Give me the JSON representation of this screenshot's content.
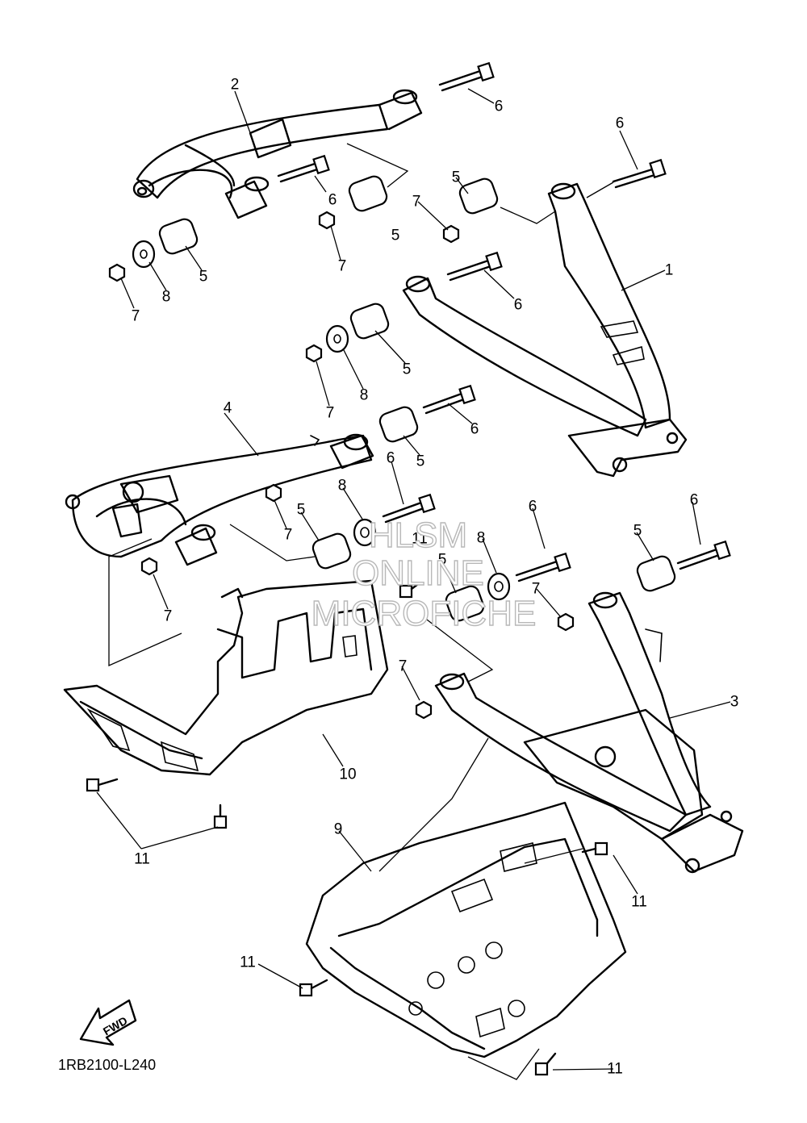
{
  "diagram_code": "1RB2100-L240",
  "fwd_label": "FWD",
  "watermark": [
    "HLSM",
    "ONLINE",
    "MICROFICHE"
  ],
  "callouts": [
    "1",
    "2",
    "3",
    "4",
    "5",
    "6",
    "7",
    "8",
    "9",
    "10",
    "11"
  ]
}
